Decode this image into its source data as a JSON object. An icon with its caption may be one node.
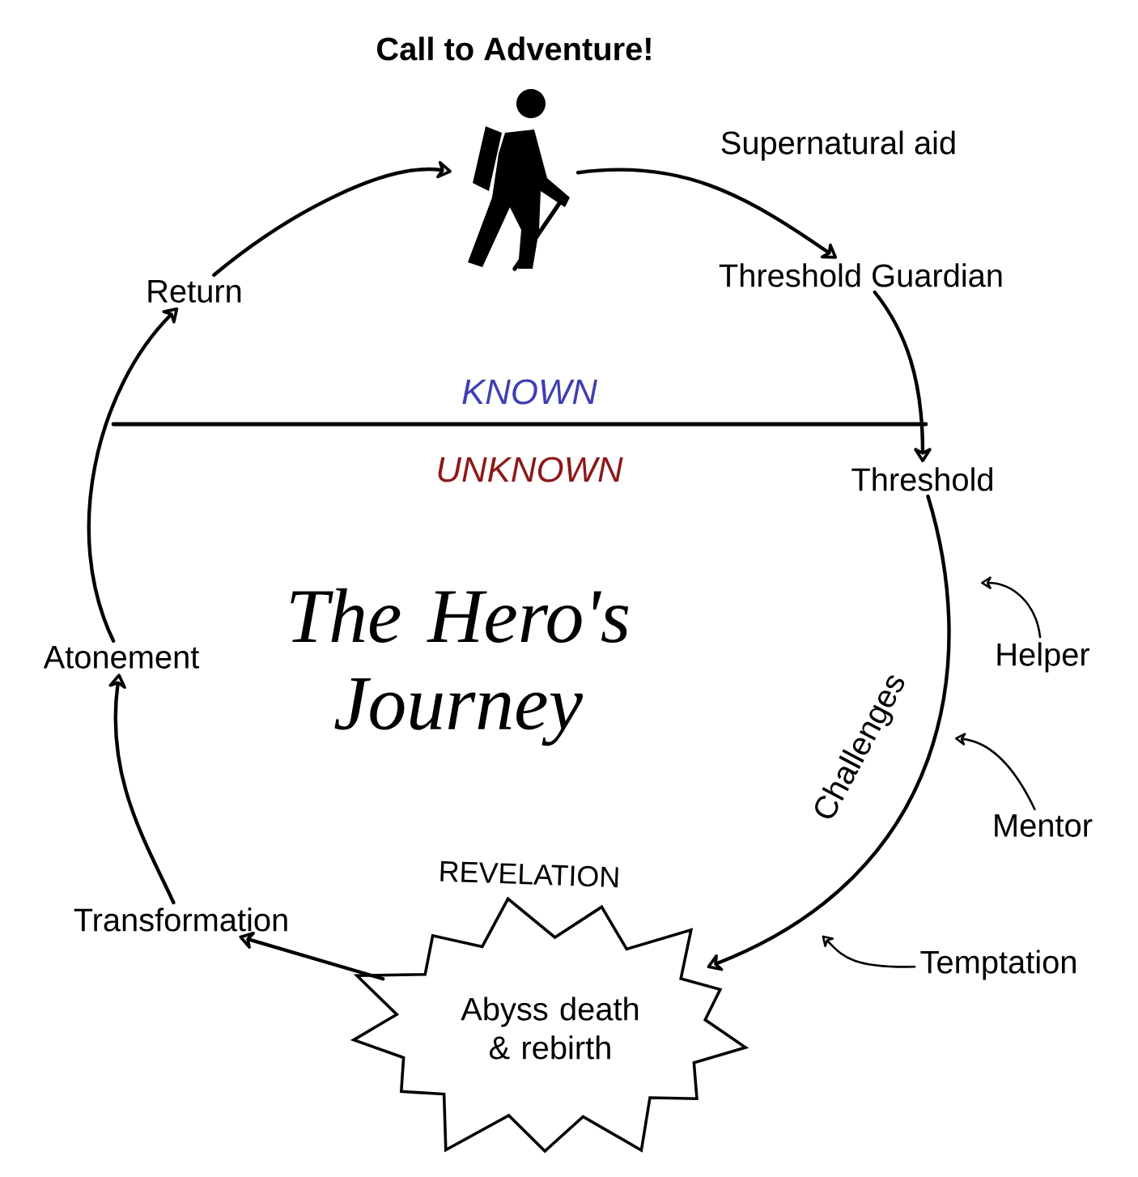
{
  "diagram": {
    "title": "The Hero's Journey",
    "nodes": [
      {
        "text": [
          "Call to Adventure!"
        ]
      },
      {
        "text": [
          "Threshold Guardian"
        ]
      },
      {
        "text": [
          "Threshold"
        ]
      },
      {
        "text": [
          "Helper"
        ]
      },
      {
        "text": [
          "Mentor"
        ]
      },
      {
        "text": [
          "Temptation"
        ]
      },
      {
        "text": [
          "REVELATION",
          "Abyss death & rebirth"
        ]
      },
      {
        "text": [
          "Transformation"
        ]
      },
      {
        "text": [
          "Atonement"
        ]
      },
      {
        "text": [
          "Return"
        ]
      }
    ],
    "edges": [
      {
        "from": 0,
        "to": 1,
        "arrow": "to",
        "label": "Supernatural aid"
      },
      {
        "from": 1,
        "to": 2,
        "arrow": "to"
      },
      {
        "from": 2,
        "to": 6,
        "arrow": "to",
        "label": "Challenges"
      },
      {
        "from": 3,
        "to": null,
        "arrow": "to"
      },
      {
        "from": 4,
        "to": null,
        "arrow": "to"
      },
      {
        "from": 5,
        "to": null,
        "arrow": "to"
      },
      {
        "from": 6,
        "to": 7,
        "arrow": "to"
      },
      {
        "from": 7,
        "to": 8,
        "arrow": "to"
      },
      {
        "from": 8,
        "to": 9,
        "arrow": "to"
      },
      {
        "from": 9,
        "to": 0,
        "arrow": "to"
      }
    ],
    "labels": [
      "KNOWN",
      "UNKNOWN"
    ]
  }
}
